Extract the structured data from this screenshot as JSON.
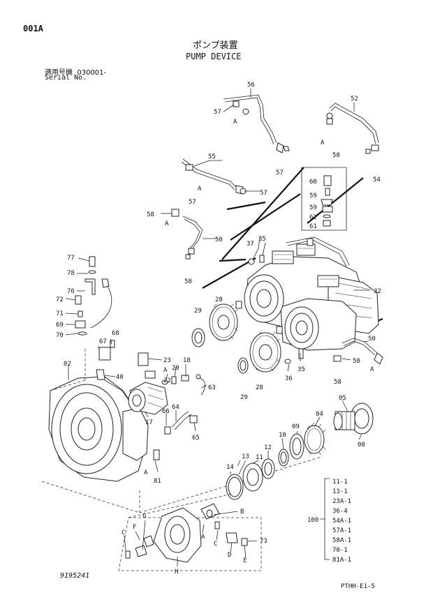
{
  "header": {
    "page_code": "001A",
    "title_jp": "ポンプ装置",
    "title_en": "PUMP DEVICE",
    "serial_label_jp": "適用号機",
    "serial_value": "030001-",
    "serial_label_en": "Serial No."
  },
  "footer": {
    "drawing_number": "9195241",
    "doc_code": "PTHH-E1-5"
  },
  "callouts": [
    "56",
    "57",
    "A",
    "52",
    "55",
    "57",
    "A",
    "58",
    "A",
    "57",
    "54",
    "57",
    "60",
    "59",
    "59",
    "62",
    "61",
    "58",
    "A",
    "50",
    "58",
    "37",
    "35",
    "32",
    "77",
    "78",
    "76",
    "72",
    "71",
    "69",
    "70",
    "29",
    "28",
    "68",
    "67",
    "02",
    "40",
    "23",
    "18",
    "20",
    "22",
    "A",
    "63",
    "17",
    "66",
    "64",
    "65",
    "28",
    "29",
    "36",
    "35",
    "50",
    "58",
    "A",
    "58",
    "05",
    "04",
    "09",
    "10",
    "08",
    "11",
    "12",
    "13",
    "14",
    "B",
    "81",
    "A",
    "F",
    "G",
    "C",
    "H",
    "A",
    "C",
    "D",
    "E",
    "73"
  ],
  "kit": {
    "number": "100",
    "items": [
      "11-1",
      "13-1",
      "23A-1",
      "36-4",
      "54A-1",
      "57A-1",
      "58A-1",
      "70-1",
      "81A-1"
    ]
  }
}
